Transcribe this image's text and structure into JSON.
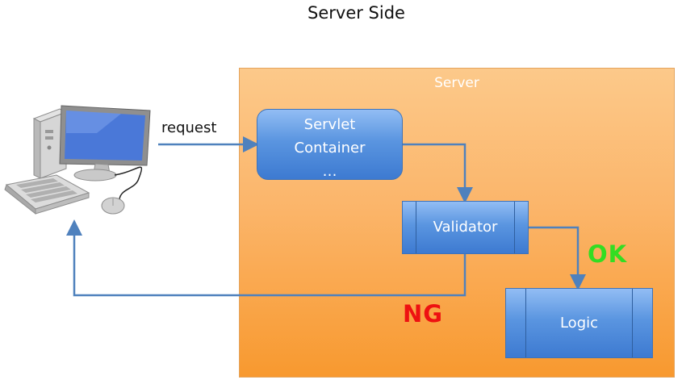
{
  "title": "Server Side",
  "server": {
    "label": "Server"
  },
  "nodes": {
    "servlet_container": {
      "lines": [
        "Servlet",
        "Container",
        "…"
      ]
    },
    "validator": "Validator",
    "logic": "Logic"
  },
  "edges": {
    "request": "request",
    "ok": "OK",
    "ng": "NG"
  },
  "colors": {
    "server_fill": "#fbb56a",
    "node_fill": "#5a95e0",
    "connector": "#4f81bd",
    "ok": "#33dd22",
    "ng": "#ee1111"
  },
  "icons": {
    "client": "desktop-computer-icon"
  }
}
